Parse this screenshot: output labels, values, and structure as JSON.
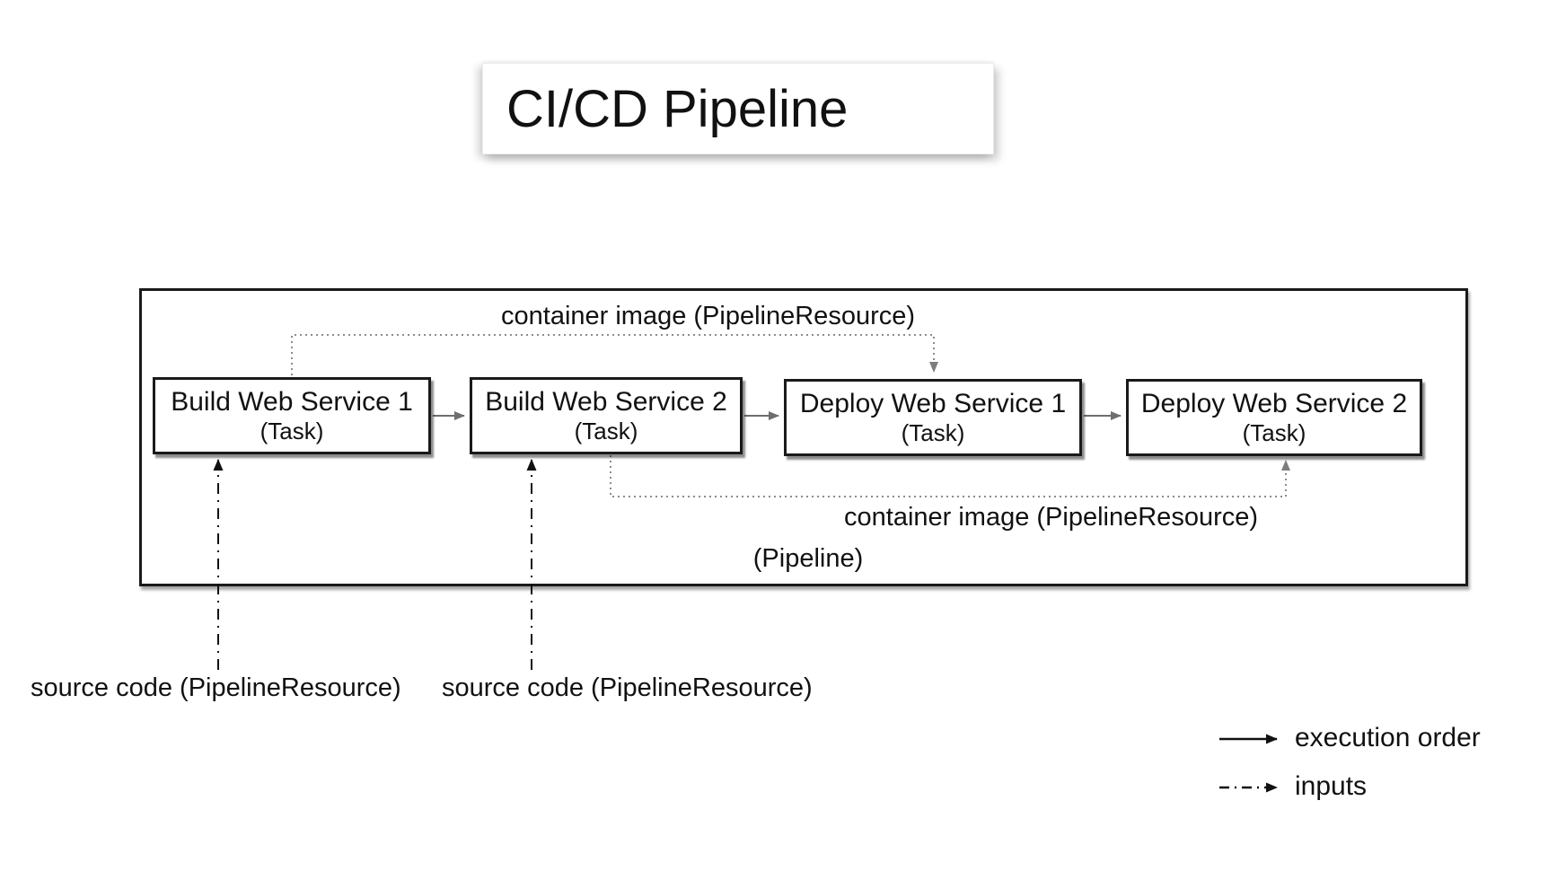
{
  "title": "CI/CD Pipeline",
  "pipeline": {
    "label": "(Pipeline)",
    "tasks": [
      {
        "name": "Build Web Service 1",
        "type": "(Task)"
      },
      {
        "name": "Build Web Service 2",
        "type": "(Task)"
      },
      {
        "name": "Deploy Web Service 1",
        "type": "(Task)"
      },
      {
        "name": "Deploy Web Service 2",
        "type": "(Task)"
      }
    ]
  },
  "resources": {
    "container_image_top": "container image (PipelineResource)",
    "container_image_bottom": "container image (PipelineResource)",
    "source_code_1": "source code (PipelineResource)",
    "source_code_2": "source code (PipelineResource)"
  },
  "legend": [
    {
      "icon": "solid-arrow-icon",
      "label": "execution order"
    },
    {
      "icon": "dash-dot-arrow-icon",
      "label": "inputs"
    }
  ],
  "colors": {
    "execution_arrow": "#6e6e6e",
    "resource_arrow": "#8c8c8c",
    "input_arrow": "#111111",
    "box_border": "#1a1a1a",
    "text": "#111111"
  }
}
